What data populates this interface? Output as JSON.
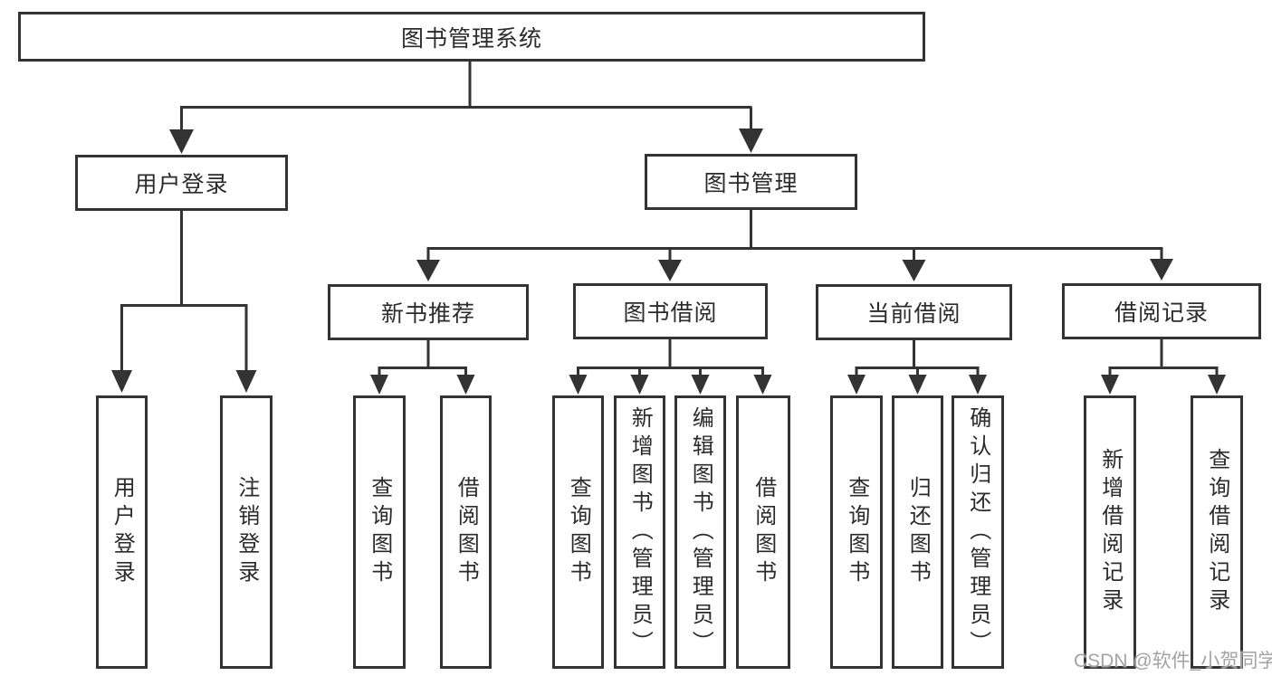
{
  "colors": {
    "background": "#ffffff",
    "line": "#333333",
    "box_border": "#333333",
    "text": "#2b2b2b",
    "watermark": "#a3a3a3"
  },
  "tree": {
    "root": {
      "label": "图书管理系统"
    },
    "branches": [
      {
        "label": "用户登录",
        "leaves": [
          {
            "label": "用户登录"
          },
          {
            "label": "注销登录"
          }
        ]
      },
      {
        "label": "图书管理",
        "children": [
          {
            "label": "新书推荐",
            "leaves": [
              {
                "label": "查询图书"
              },
              {
                "label": "借阅图书"
              }
            ]
          },
          {
            "label": "图书借阅",
            "leaves": [
              {
                "label": "查询图书"
              },
              {
                "label": "新增图书（管理员）"
              },
              {
                "label": "编辑图书（管理员）"
              },
              {
                "label": "借阅图书"
              }
            ]
          },
          {
            "label": "当前借阅",
            "leaves": [
              {
                "label": "查询图书"
              },
              {
                "label": "归还图书"
              },
              {
                "label": "确认归还（管理员）"
              }
            ]
          },
          {
            "label": "借阅记录",
            "leaves": [
              {
                "label": "新增借阅记录"
              },
              {
                "label": "查询借阅记录"
              }
            ]
          }
        ]
      }
    ]
  },
  "watermark": {
    "text": "CSDN @软件_小贺同学"
  }
}
